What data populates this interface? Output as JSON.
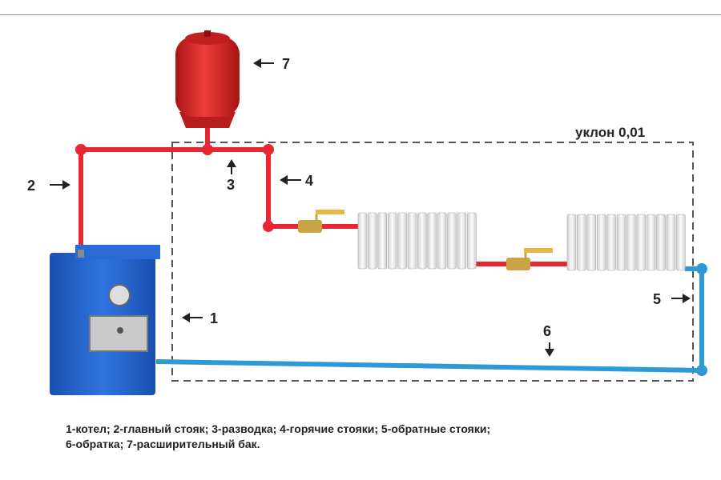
{
  "slope_label": "уклон 0,01",
  "callouts": {
    "c1": "1",
    "c2": "2",
    "c3": "3",
    "c4": "4",
    "c5": "5",
    "c6": "6",
    "c7": "7"
  },
  "legend": {
    "line1": "1-котел; 2-главный стояк; 3-разводка; 4-горячие стояки; 5-обратные стояки;",
    "line2": "6-обратка; 7-расширительный бак."
  },
  "colors": {
    "supply_pipe": "#e8262f",
    "return_pipe": "#2b9ad6",
    "boiler": "#1f5fc8",
    "tank": "#e02a2a",
    "radiator": "#e6e6e6",
    "valve_handle": "#e3b84a"
  }
}
